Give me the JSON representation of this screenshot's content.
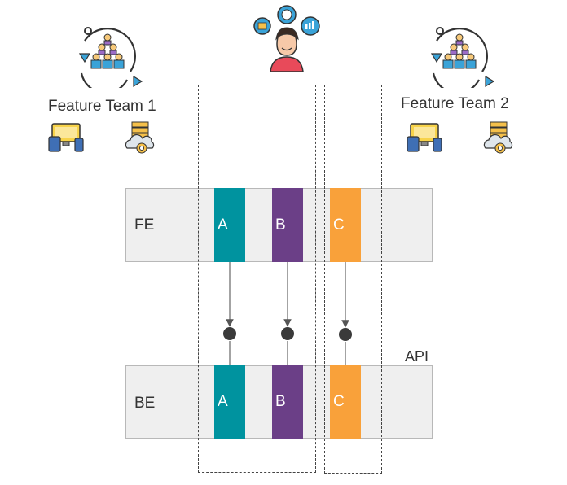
{
  "teams": {
    "team1": {
      "label": "Feature Team 1"
    },
    "team2": {
      "label": "Feature Team 2"
    }
  },
  "layers": {
    "fe": {
      "label": "FE"
    },
    "be": {
      "label": "BE"
    },
    "api_label": "API"
  },
  "blocks": {
    "a": {
      "label": "A",
      "color": "#00939f"
    },
    "b": {
      "label": "B",
      "color": "#6b3f87"
    },
    "c": {
      "label": "C",
      "color": "#f9a13a"
    }
  },
  "icons": {
    "team_cycle": "team-cycle-icon",
    "devices": "devices-icon",
    "cloud_server": "cloud-server-icon",
    "person": "person-icon"
  }
}
